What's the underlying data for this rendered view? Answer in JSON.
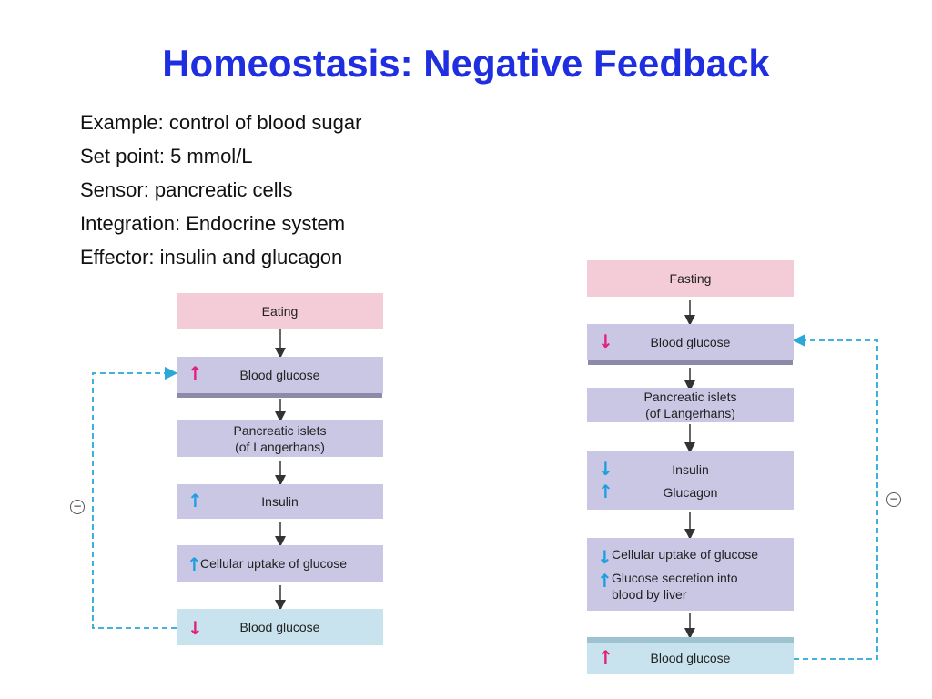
{
  "title": "Homeostasis:  Negative Feedback",
  "bullets": [
    "Example:  control of blood sugar",
    "Set point:  5 mmol/L",
    "Sensor:  pancreatic cells",
    "Integration:  Endocrine system",
    "Effector:  insulin and glucagon"
  ],
  "eating": {
    "start": "Eating",
    "glucose_up": "Blood glucose",
    "islets_1": "Pancreatic islets",
    "islets_2": "(of Langerhans)",
    "insulin": "Insulin",
    "uptake": "Cellular uptake of glucose",
    "glucose_down": "Blood glucose",
    "feedback": "−"
  },
  "fasting": {
    "start": "Fasting",
    "glucose_down": "Blood glucose",
    "islets_1": "Pancreatic islets",
    "islets_2": "(of Langerhans)",
    "insulin": "Insulin",
    "glucagon": "Glucagon",
    "uptake": "Cellular uptake of glucose",
    "secretion_1": "Glucose secretion into",
    "secretion_2": "blood by liver",
    "glucose_up": "Blood glucose",
    "feedback": "−"
  },
  "symbols": {
    "up": "↑",
    "down": "↓"
  },
  "colors": {
    "title": "#1f2fe0",
    "pink_box": "#f3ccd8",
    "lavender_box": "#c9c7e4",
    "blue_box": "#c8e3ee",
    "feedback_line": "#2aa8d8",
    "up_arrow_pink": "#e0207a",
    "arrow_blue": "#1f9fe0"
  }
}
